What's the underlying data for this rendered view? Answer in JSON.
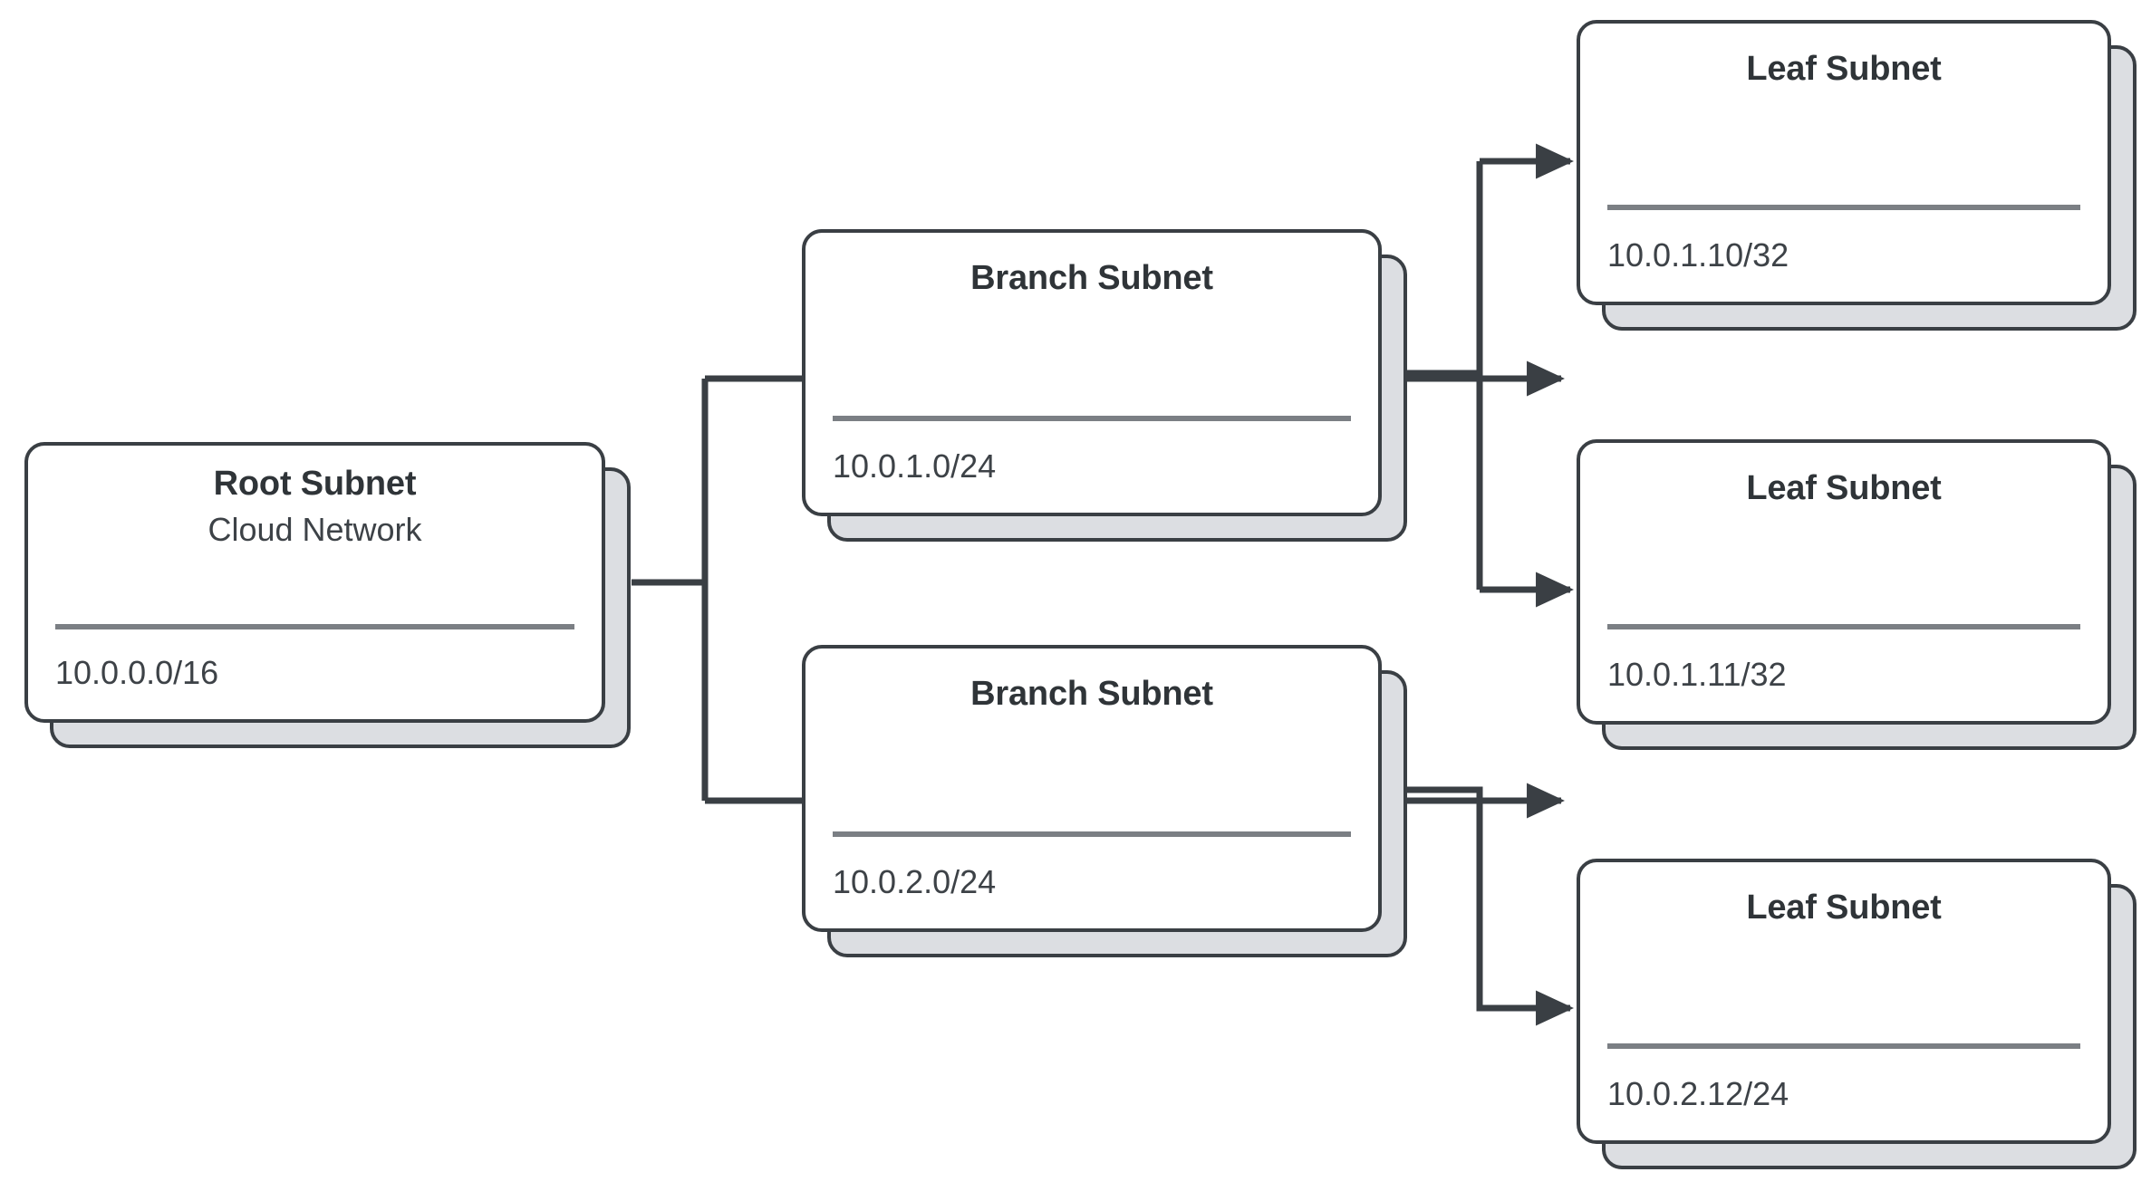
{
  "diagram": {
    "kind": "subnet-hierarchy-tree",
    "background_color": "#ffffff",
    "card_border_color": "#3a3f44",
    "card_fill_color": "#ffffff",
    "card_shadow_color": "#dcdee2",
    "divider_color": "#7b7f84",
    "connector_color": "#3a3f44",
    "text_color": "#2f3438"
  },
  "nodes": {
    "root": {
      "title": "Root Subnet",
      "subtitle": "Cloud Network",
      "cidr": "10.0.0.0/16"
    },
    "branches": [
      {
        "title": "Branch Subnet",
        "subtitle": "",
        "cidr": "10.0.1.0/24"
      },
      {
        "title": "Branch Subnet",
        "subtitle": "",
        "cidr": "10.0.2.0/24"
      }
    ],
    "leaves": [
      {
        "title": "Leaf Subnet",
        "subtitle": "",
        "cidr": "10.0.1.10/32"
      },
      {
        "title": "Leaf Subnet",
        "subtitle": "",
        "cidr": "10.0.1.11/32"
      },
      {
        "title": "Leaf Subnet",
        "subtitle": "",
        "cidr": "10.0.2.12/24"
      }
    ]
  },
  "edges": [
    {
      "from": "root",
      "to": "branch-0"
    },
    {
      "from": "root",
      "to": "branch-1"
    },
    {
      "from": "branch-0",
      "to": "leaf-0"
    },
    {
      "from": "branch-0",
      "to": "leaf-1"
    },
    {
      "from": "branch-1",
      "to": "leaf-2"
    }
  ]
}
